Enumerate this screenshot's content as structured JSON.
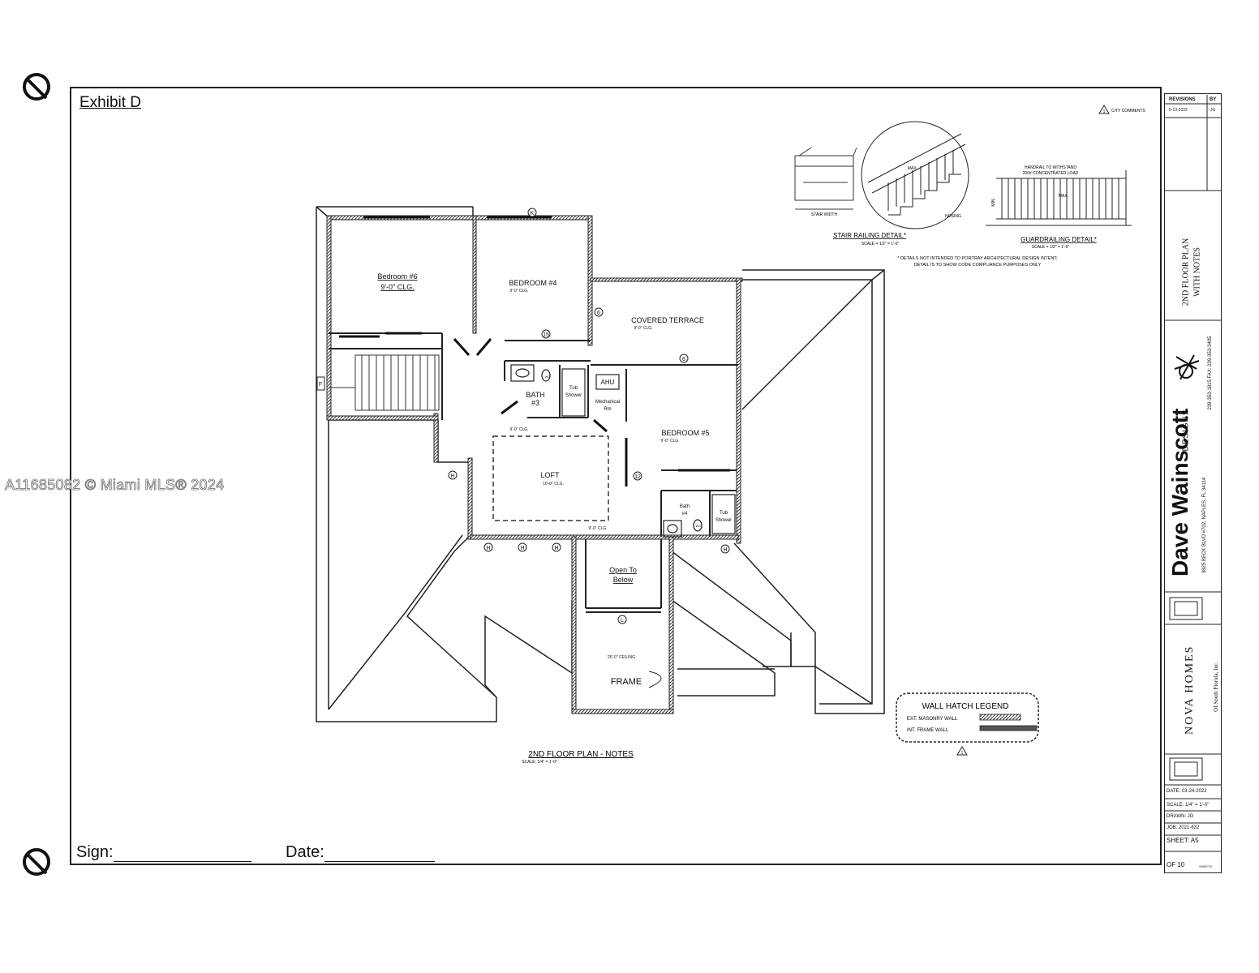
{
  "header": {
    "exhibit": "Exhibit D"
  },
  "watermark": "A11685082 © Miami MLS® 2024",
  "signature": {
    "sign_label": "Sign:",
    "date_label": "Date:"
  },
  "icons": [
    "no-entry-icon",
    "revision-triangle-icon"
  ],
  "city_comments": "CITY COMMENTS",
  "rooms": {
    "bedroom6": "Bedroom #6",
    "bedroom6_clg": "9'-0\" CLG.",
    "bedroom4": "BEDROOM #4",
    "bedroom4_clg": "9'-0\" CLG.",
    "terrace": "COVERED TERRACE",
    "terrace_clg": "9'-0\" CLG.",
    "bath3": "BATH",
    "bath3_num": "#3",
    "tub": "Tub",
    "shower": "Shower",
    "ahu": "AHU",
    "mech": "Mechanical",
    "mech_rm": "Rm",
    "bedroom5": "BEDROOM #5",
    "bedroom5_clg": "9'-0\" CLG.",
    "clg_9": "9'-0\" CLG.",
    "loft": "LOFT",
    "loft_clg": "10'-0\" CLG.",
    "bath4": "Bath",
    "bath4_num": "#4",
    "wc": "WC",
    "open1": "Open To",
    "open2": "Below",
    "ceiling25": "25'-0\" CEILING",
    "frame": "FRAME"
  },
  "tags": {
    "k": "K",
    "six": "6",
    "fifteen": "15",
    "h": "H",
    "twelve": "12",
    "f": "F",
    "l": "L"
  },
  "plan": {
    "title": "2ND FLOOR PLAN - NOTES",
    "scale": "SCALE: 1/4\" = 1'-0\""
  },
  "details": {
    "stair_width": "STAIR WIDTH",
    "stair_title": "STAIR RAILING DETAIL*",
    "stair_scale": "SCALE = 1/2\" = 1'-0\"",
    "stair_max": "MAX.",
    "stair_nosing": "NOSING",
    "handrail1": "HANDRAIL TO WITHSTAND",
    "handrail2": "200# CONCENTRATED LOAD",
    "guard_title": "GUARDRAILING DETAIL*",
    "guard_scale": "SCALE = 1/2\" = 1'-0\"",
    "guard_max": "MAX.",
    "guard_min": "MIN",
    "note1": "* DETAILS NOT INTENDED TO PORTRAY ARCHITECTURAL DESIGN INTENT;",
    "note2": "DETAIL IS TO SHOW CODE COMPLIANCE PURPOSES ONLY"
  },
  "legend": {
    "title": "WALL HATCH LEGEND",
    "ext": "EXT. MASONRY WALL",
    "int": "INT. FRAME WALL"
  },
  "title_block": {
    "revisions": "REVISIONS",
    "by": "BY",
    "rev_date": "5-13-2022",
    "rev_by": "JG",
    "sheet_title1": "2ND FLOOR PLAN",
    "sheet_title2": "WITH NOTES",
    "firm": "Dave Wainscott",
    "firm_sub": "DESIGNS",
    "address": "3825 BECK BLVD #702, NAPLES, FL 34114",
    "phone": "239-353-1815   FAX: 239-353-3405",
    "client": "NOVA HOMES",
    "client_sub": "Of South Florida, Inc.",
    "date": "DATE: 03-24-2022",
    "scale": "SCALE: 1/4\" = 1'-0\"",
    "drawn": "DRAWN: JG",
    "job": "JOB:    2021-632",
    "sheet": "SHEET:   A5",
    "of": "OF   10",
    "sheets": "SHEETS"
  }
}
